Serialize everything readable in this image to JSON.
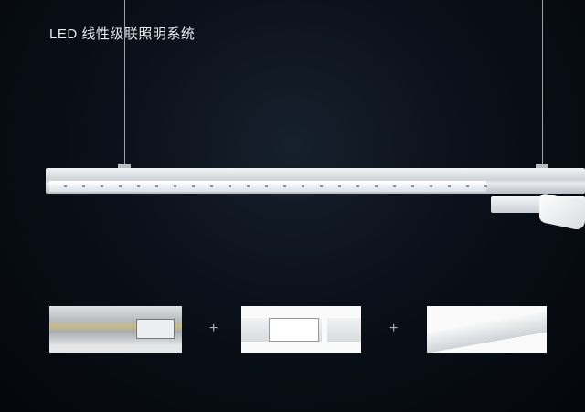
{
  "header": {
    "title": "LED 线性级联照明系统"
  },
  "colors": {
    "background": "#05080d",
    "title": "#e8ecf0",
    "fixture": "#e6e9ec"
  },
  "components": [
    {
      "icon": "wiring-photo"
    },
    {
      "icon": "connector-photo"
    },
    {
      "icon": "lens-module-photo"
    }
  ],
  "plus_signs": [
    "+",
    "+"
  ]
}
